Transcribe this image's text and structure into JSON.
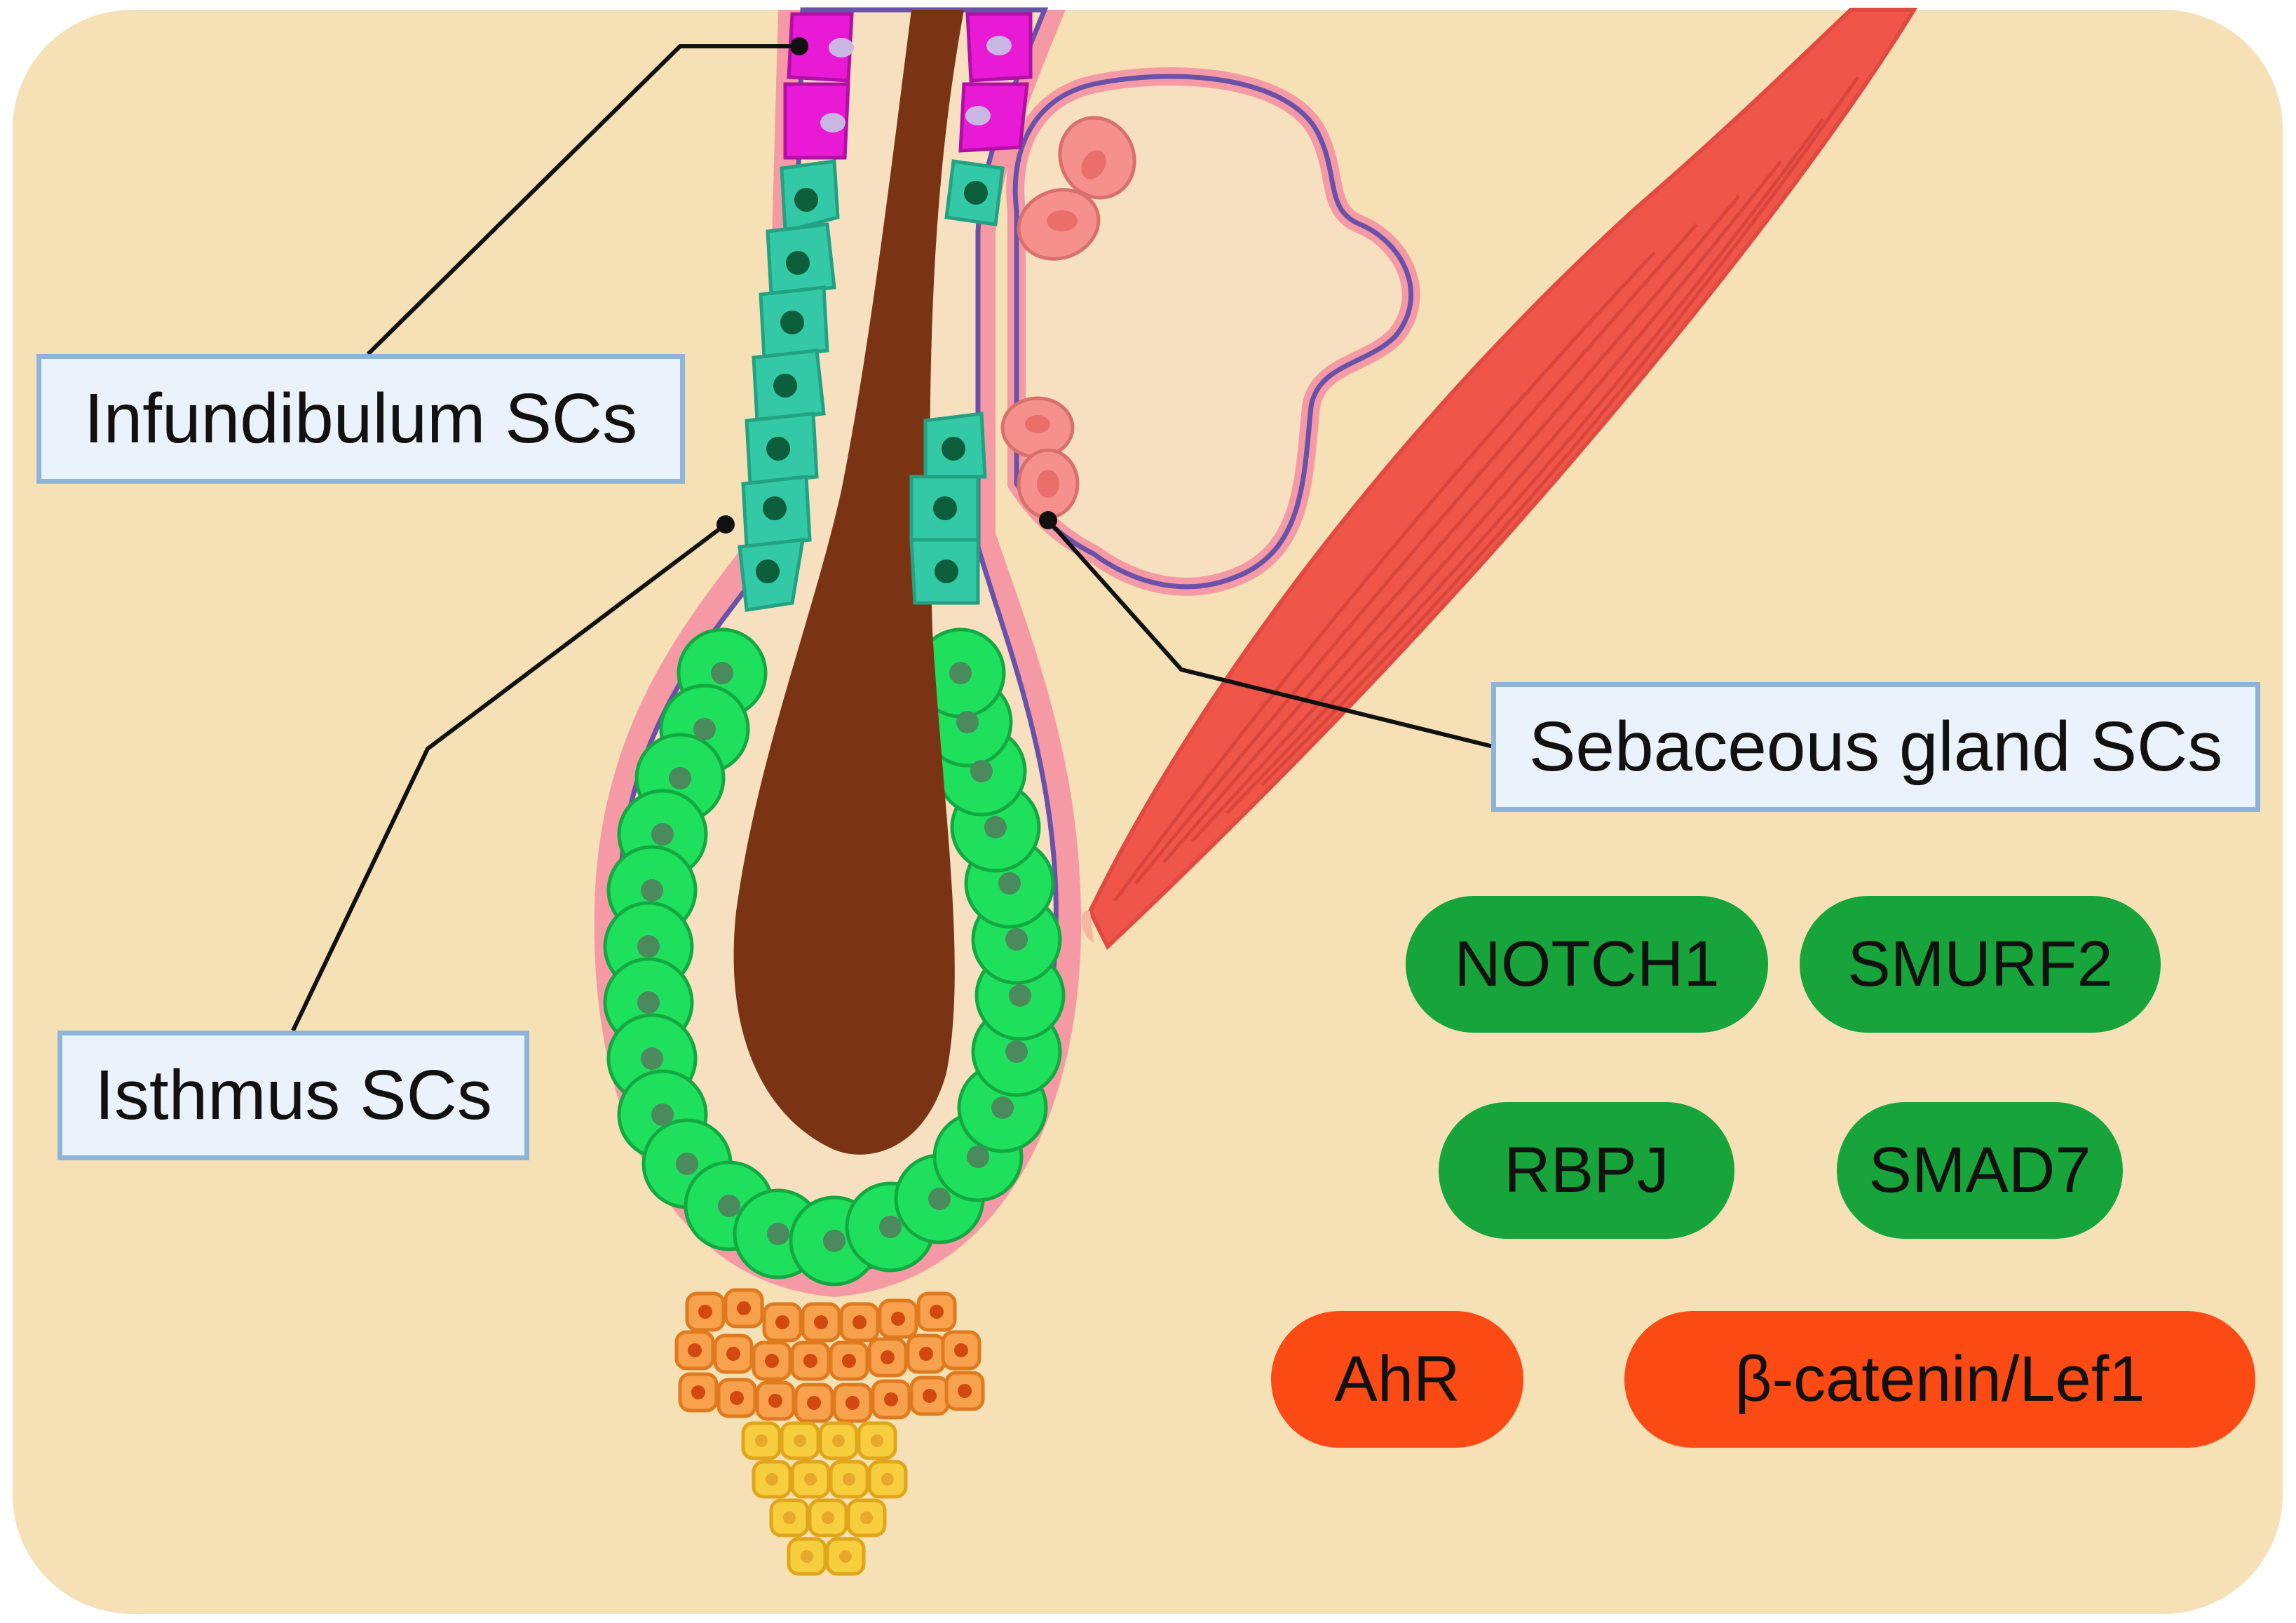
{
  "labels": {
    "infundibulum": "Infundibulum SCs",
    "isthmus": "Isthmus SCs",
    "sebaceous": "Sebaceous gland SCs"
  },
  "markers": {
    "notch1": "NOTCH1",
    "smurf2": "SMURF2",
    "rbpj": "RBPJ",
    "smad7": "SMAD7",
    "ahr": "AhR",
    "bcatenin": "β-catenin/Lef1"
  },
  "colors": {
    "background": "#f5e1b5",
    "outer_sheath": "#f59aa5",
    "basement_membrane": "#6a52a8",
    "hair_shaft": "#7a3414",
    "infundibulum_cells": "#e81ad6",
    "isthmus_cells": "#33c9a6",
    "bulge_cells": "#1fe05c",
    "sebocytes": "#f5908c",
    "dermal_papilla": "#f7a14d",
    "matrix_cells": "#f7ce3d",
    "muscle": "#f0554a",
    "marker_green": "#17a43a",
    "marker_red": "#fb4a14",
    "callout_fill": "#eaf2fb",
    "callout_border": "#8fb4dc"
  }
}
